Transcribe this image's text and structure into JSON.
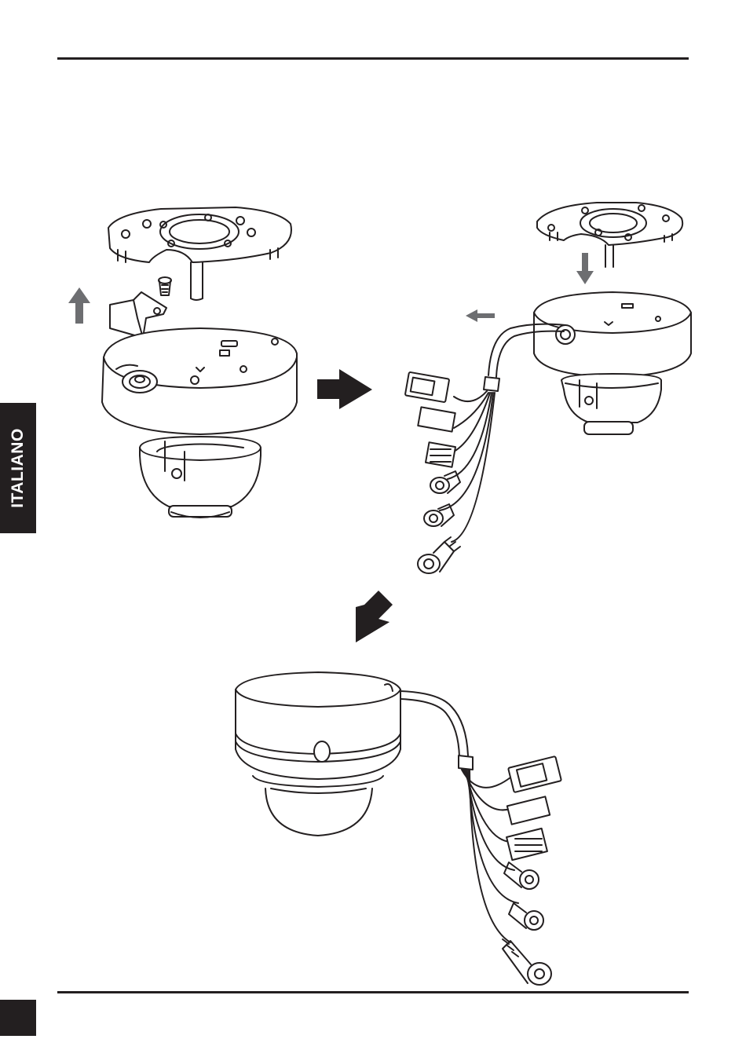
{
  "sidebar": {
    "language_label": "ITALIANO"
  },
  "colors": {
    "ink": "#231f20",
    "arrow_gray": "#6d6e71",
    "paper": "#ffffff"
  },
  "icons": {
    "step1": "camera-disassembly-illustration",
    "step2": "camera-cable-routing-illustration",
    "step3": "camera-assembled-illustration",
    "arrow_right": "arrow-right-icon",
    "arrow_down_left": "arrow-down-left-icon",
    "arrow_up": "arrow-up-icon",
    "arrow_down": "arrow-down-icon",
    "arrow_left": "arrow-left-icon"
  }
}
